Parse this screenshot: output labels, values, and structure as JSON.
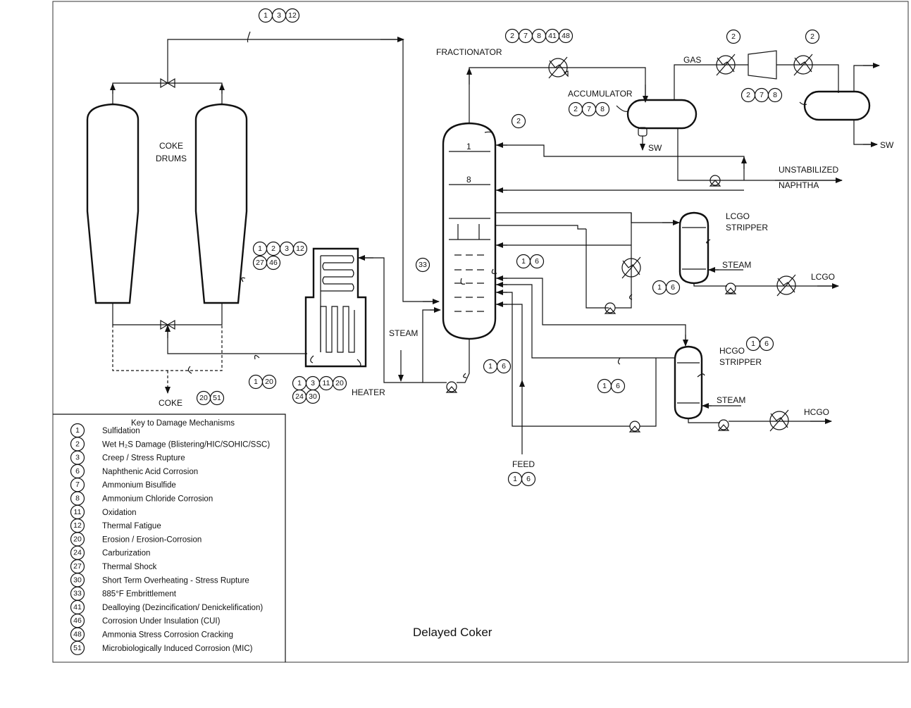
{
  "diagram": {
    "title": "Delayed Coker",
    "labels": {
      "coke_drums_1": "COKE",
      "coke_drums_2": "DRUMS",
      "coke": "COKE",
      "heater": "HEATER",
      "steam_main": "STEAM",
      "fractionator": "FRACTIONATOR",
      "accumulator": "ACCUMULATOR",
      "gas": "GAS",
      "sw_1": "SW",
      "sw_2": "SW",
      "unstabilized": "UNSTABILIZED",
      "naphtha": "NAPHTHA",
      "lcgo_stripper_1": "LCGO",
      "lcgo_stripper_2": "STRIPPER",
      "steam_lcgo": "STEAM",
      "lcgo": "LCGO",
      "hcgo_stripper_1": "HCGO",
      "hcgo_stripper_2": "STRIPPER",
      "steam_hcgo": "STEAM",
      "hcgo": "HCGO",
      "feed": "FEED",
      "tray_1": "1",
      "tray_8": "8"
    },
    "callouts": {
      "overhead_line": [
        "1",
        "3",
        "12"
      ],
      "drums_row1": [
        "1",
        "2",
        "3",
        "12"
      ],
      "drums_row2": [
        "27",
        "46"
      ],
      "drum_bottom": [
        "1",
        "20"
      ],
      "coke_line": [
        "20",
        "51"
      ],
      "heater_row1": [
        "1",
        "3",
        "11",
        "20"
      ],
      "heater_row2": [
        "24",
        "30"
      ],
      "condenser": [
        "2",
        "7",
        "8",
        "41",
        "48"
      ],
      "fractionator_top": [
        "2"
      ],
      "accumulator": [
        "2",
        "7",
        "8"
      ],
      "gas_cooler_1": [
        "2"
      ],
      "gas_cooler_2": [
        "2"
      ],
      "gas_drum": [
        "2",
        "7",
        "8"
      ],
      "tray_33": [
        "33"
      ],
      "frac_mid": [
        "1",
        "6"
      ],
      "lcgo_pump": [
        "1",
        "6"
      ],
      "bottoms_pump": [
        "1",
        "6"
      ],
      "hcgo_line": [
        "1",
        "6"
      ],
      "hcgo_stripper": [
        "1",
        "6"
      ],
      "feed": [
        "1",
        "6"
      ]
    },
    "key": {
      "title": "Key to Damage Mechanisms",
      "items": [
        {
          "num": "1",
          "text": "Sulfidation"
        },
        {
          "num": "2",
          "text": "Wet H₂S Damage (Blistering/HIC/SOHIC/SSC)"
        },
        {
          "num": "3",
          "text": "Creep / Stress Rupture"
        },
        {
          "num": "6",
          "text": "Naphthenic Acid Corrosion"
        },
        {
          "num": "7",
          "text": "Ammonium Bisulfide"
        },
        {
          "num": "8",
          "text": "Ammonium Chloride Corrosion"
        },
        {
          "num": "11",
          "text": "Oxidation"
        },
        {
          "num": "12",
          "text": "Thermal Fatigue"
        },
        {
          "num": "20",
          "text": "Erosion / Erosion-Corrosion"
        },
        {
          "num": "24",
          "text": "Carburization"
        },
        {
          "num": "27",
          "text": "Thermal Shock"
        },
        {
          "num": "30",
          "text": "Short Term Overheating - Stress Rupture"
        },
        {
          "num": "33",
          "text": "885°F Embrittlement"
        },
        {
          "num": "41",
          "text": "Dealloying (Dezincification/ Denickelification)"
        },
        {
          "num": "46",
          "text": "Corrosion Under Insulation (CUI)"
        },
        {
          "num": "48",
          "text": "Ammonia Stress Corrosion Cracking"
        },
        {
          "num": "51",
          "text": "Microbiologically Induced Corrosion (MIC)"
        }
      ]
    }
  }
}
